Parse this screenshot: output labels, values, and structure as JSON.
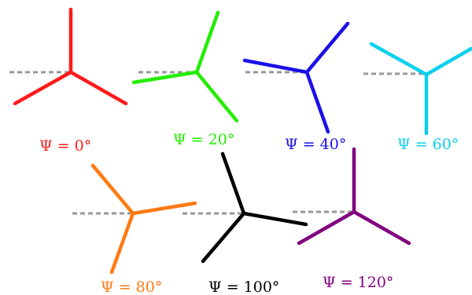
{
  "figures": [
    {
      "label": "Ψ = 0°",
      "color": "#ff1a1a",
      "psi": 0
    },
    {
      "label": "Ψ = 20°",
      "color": "#22ee00",
      "psi": 20
    },
    {
      "label": "Ψ = 40°",
      "color": "#1a10e8",
      "psi": 40
    },
    {
      "label": "Ψ = 60°",
      "color": "#0ccfee",
      "psi": 60
    },
    {
      "label": "Ψ = 80°",
      "color": "#ff7a12",
      "psi": 80
    },
    {
      "label": "Ψ = 100°",
      "color": "#000000",
      "psi": 100
    },
    {
      "label": "Ψ = 120°",
      "color": "#800080",
      "psi": 120
    }
  ],
  "reference_line_color": "#999999"
}
